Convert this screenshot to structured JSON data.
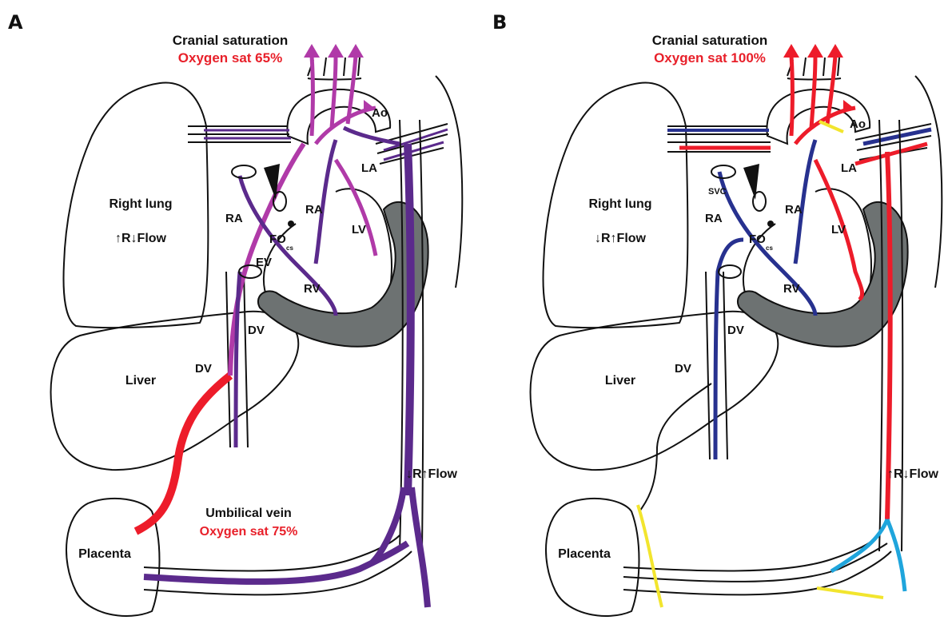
{
  "panels": [
    {
      "letter": "A",
      "cranial_title": "Cranial saturation",
      "cranial_sat": "Oxygen sat 65%",
      "right_lung": "Right lung",
      "lung_flow": "↑R↓Flow",
      "liver": "Liver",
      "placenta": "Placenta",
      "ao": "Ao",
      "la": "LA",
      "ra_left": "RA",
      "ra_center": "RA",
      "lv": "LV",
      "rv": "RV",
      "fo": "FO",
      "cs": "cs",
      "ev": "EV",
      "dv_upper": "DV",
      "dv_lower": "DV",
      "umbilical_title": "Umbilical vein",
      "umbilical_sat": "Oxygen sat 75%",
      "descending_flow": "↓R↑Flow"
    },
    {
      "letter": "B",
      "cranial_title": "Cranial saturation",
      "cranial_sat": "Oxygen sat 100%",
      "right_lung": "Right lung",
      "lung_flow": "↓R↑Flow",
      "liver": "Liver",
      "placenta": "Placenta",
      "ao": "Ao",
      "la": "LA",
      "ra_left": "RA",
      "ra_center": "RA",
      "lv": "LV",
      "rv": "RV",
      "fo": "FO",
      "cs": "cs",
      "svc": "SVC",
      "dv_upper": "DV",
      "dv_lower": "DV",
      "descending_flow": "↑R↓Flow"
    }
  ],
  "colors": {
    "deoxygenated_purple": "#5b2a8c",
    "mixed_magenta": "#b03aa8",
    "oxygenated_red": "#ed1c2a",
    "deoxygenated_blue": "#27318f",
    "septum_gray": "#6d7272",
    "clamp_yellow": "#f2e52e",
    "umbilical_artery_cyan": "#1fa5dc"
  }
}
